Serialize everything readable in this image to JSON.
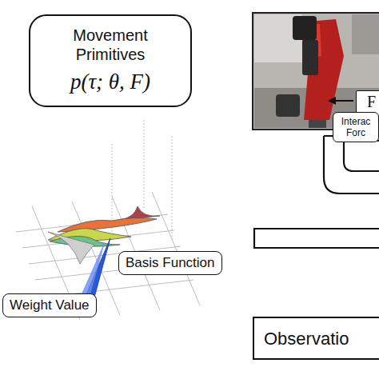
{
  "diagram": {
    "nodes": [
      {
        "text": [
          "Movement Primitives",
          "p(τ; θ, F)"
        ]
      },
      {
        "text": [
          "F"
        ]
      },
      {
        "text": [
          "Interac Forc"
        ]
      },
      {
        "text": [
          "Basis Function"
        ]
      },
      {
        "text": [
          "Weight Value"
        ]
      },
      {
        "text": [
          "Observatio"
        ]
      }
    ]
  }
}
